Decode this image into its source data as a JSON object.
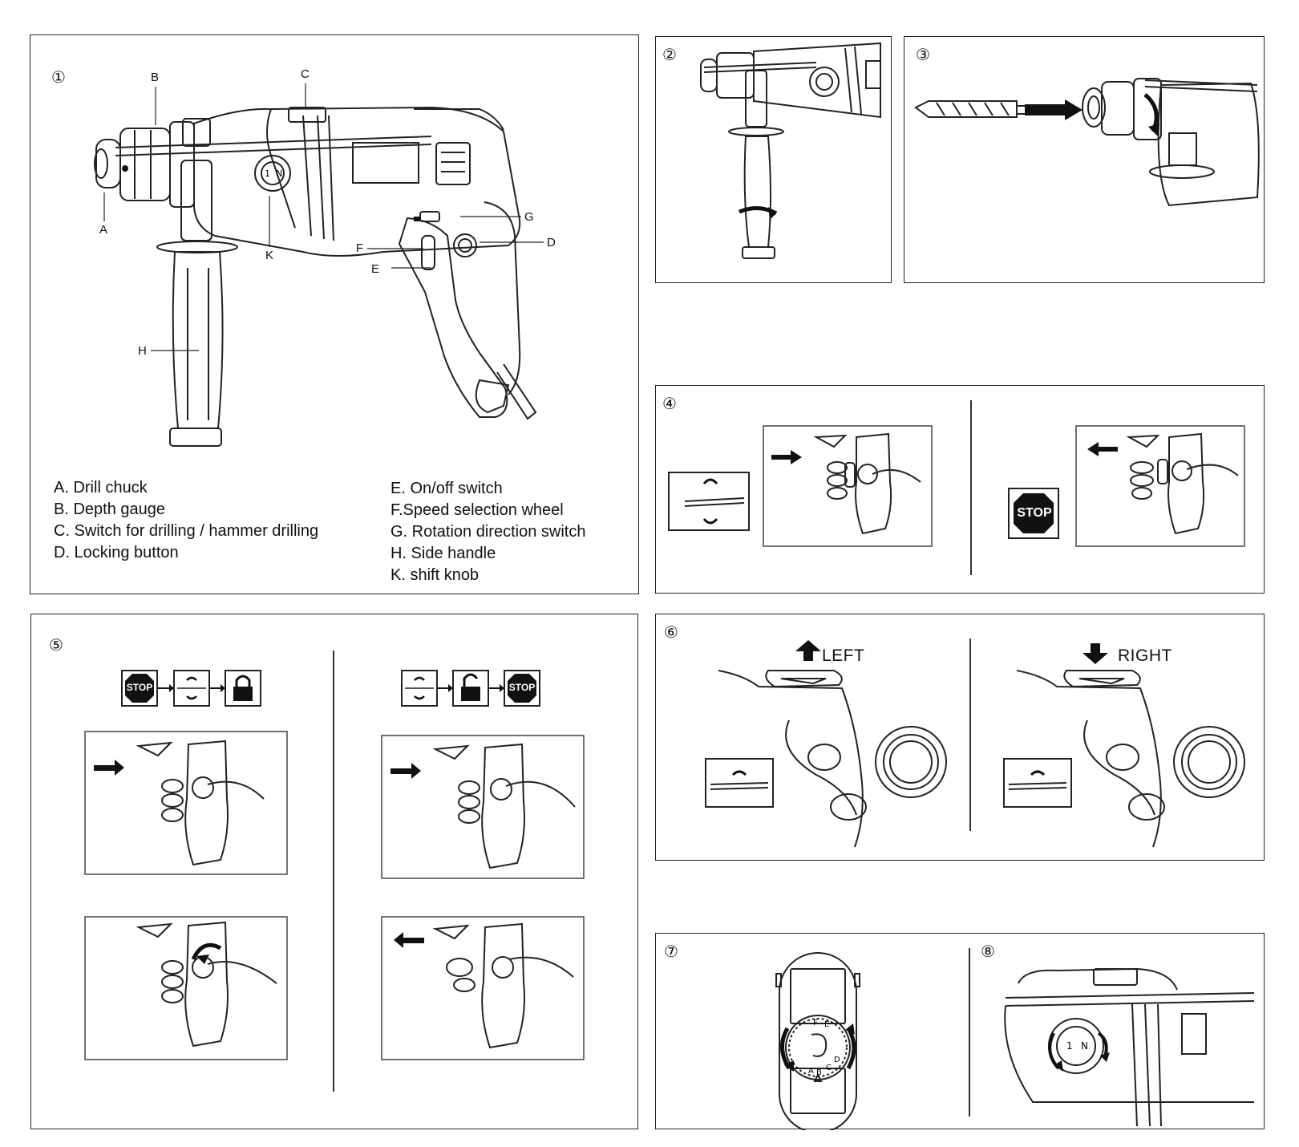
{
  "panels": {
    "p1": {
      "number": "①"
    },
    "p2": {
      "number": "②"
    },
    "p3": {
      "number": "③"
    },
    "p4": {
      "number": "④"
    },
    "p5": {
      "number": "⑤"
    },
    "p6": {
      "number": "⑥"
    },
    "p7": {
      "number": "⑦"
    },
    "p8": {
      "number": "⑧"
    }
  },
  "callouts": {
    "A": "A",
    "B": "B",
    "C": "C",
    "D": "D",
    "E": "E",
    "F": "F",
    "G": "G",
    "H": "H",
    "K": "K"
  },
  "legend_left": [
    "A. Drill chuck",
    "B. Depth gauge",
    "C. Switch for drilling / hammer drilling",
    "D. Locking button"
  ],
  "legend_right": [
    "E. On/off switch",
    "F.Speed selection wheel",
    "G. Rotation direction switch",
    "H. Side handle",
    "K. shift knob"
  ],
  "stop_label": "STOP",
  "dial_marks": {
    "one": "1",
    "n": "N"
  },
  "wheel_marks": [
    "A",
    "B",
    "C",
    "D",
    "E",
    "F"
  ],
  "direction": {
    "left": "LEFT",
    "right": "RIGHT"
  },
  "colors": {
    "line": "#222222",
    "fill": "#111111",
    "background": "#ffffff"
  }
}
